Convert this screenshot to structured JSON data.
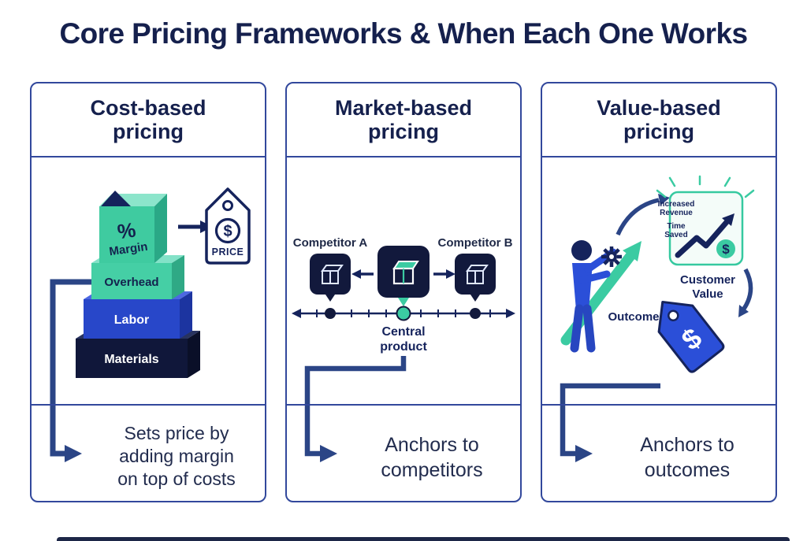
{
  "page": {
    "title": "Core Pricing Frameworks & When Each One Works"
  },
  "colors": {
    "navy": "#15235c",
    "card_border": "#32489c",
    "teal": "#3bcba2",
    "blue": "#2b4fd8",
    "dark_block": "#10173a",
    "flow_arrow": "#2b4586"
  },
  "columns": [
    {
      "title_line1": "Cost-based",
      "title_line2": "pricing",
      "caption_lines": [
        "Sets price by",
        "adding margin",
        "on top of costs"
      ],
      "stack_layers": [
        "Materials",
        "Labor",
        "Overhead"
      ],
      "margin_percent": "%",
      "margin_label": "Margin",
      "price_tag_symbol": "$",
      "price_tag_label": "PRICE"
    },
    {
      "title_line1": "Market-based",
      "title_line2": "pricing",
      "caption_lines": [
        "Anchors to",
        "competitors"
      ],
      "competitor_a": "Competitor A",
      "competitor_b": "Competitor B",
      "central_line1": "Central",
      "central_line2": "product"
    },
    {
      "title_line1": "Value-based",
      "title_line2": "pricing",
      "caption_lines": [
        "Anchors to",
        "outcomes"
      ],
      "benefit_lines": [
        "Increased",
        "Revenue",
        "Time",
        "Saved"
      ],
      "benefit_dollar": "$",
      "customer_value_line1": "Customer",
      "customer_value_line2": "Value",
      "outcome_label": "Outcome",
      "tag_dollar": "$"
    }
  ]
}
